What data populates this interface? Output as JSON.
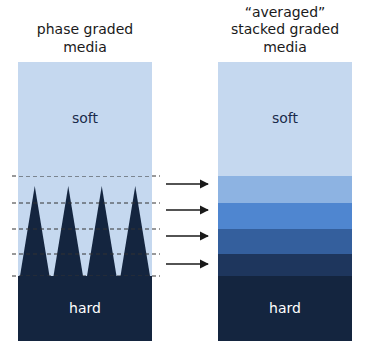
{
  "diagram": {
    "nodes": [
      {
        "text": [
          "phase graded media"
        ]
      },
      {
        "text": [
          "soft"
        ],
        "in": 0
      },
      {
        "text": [
          "hard"
        ],
        "in": 0
      },
      {
        "text": [
          "“averaged” stacked graded media"
        ]
      },
      {
        "text": [
          "soft"
        ],
        "in": 3
      },
      {
        "text": [
          "hard"
        ],
        "in": 3
      }
    ],
    "edges": [
      {
        "from": 0,
        "to": 3,
        "arrow": "to"
      },
      {
        "from": 0,
        "to": 3,
        "arrow": "to"
      },
      {
        "from": 0,
        "to": 3,
        "arrow": "to"
      },
      {
        "from": 0,
        "to": 3,
        "arrow": "to"
      }
    ]
  }
}
